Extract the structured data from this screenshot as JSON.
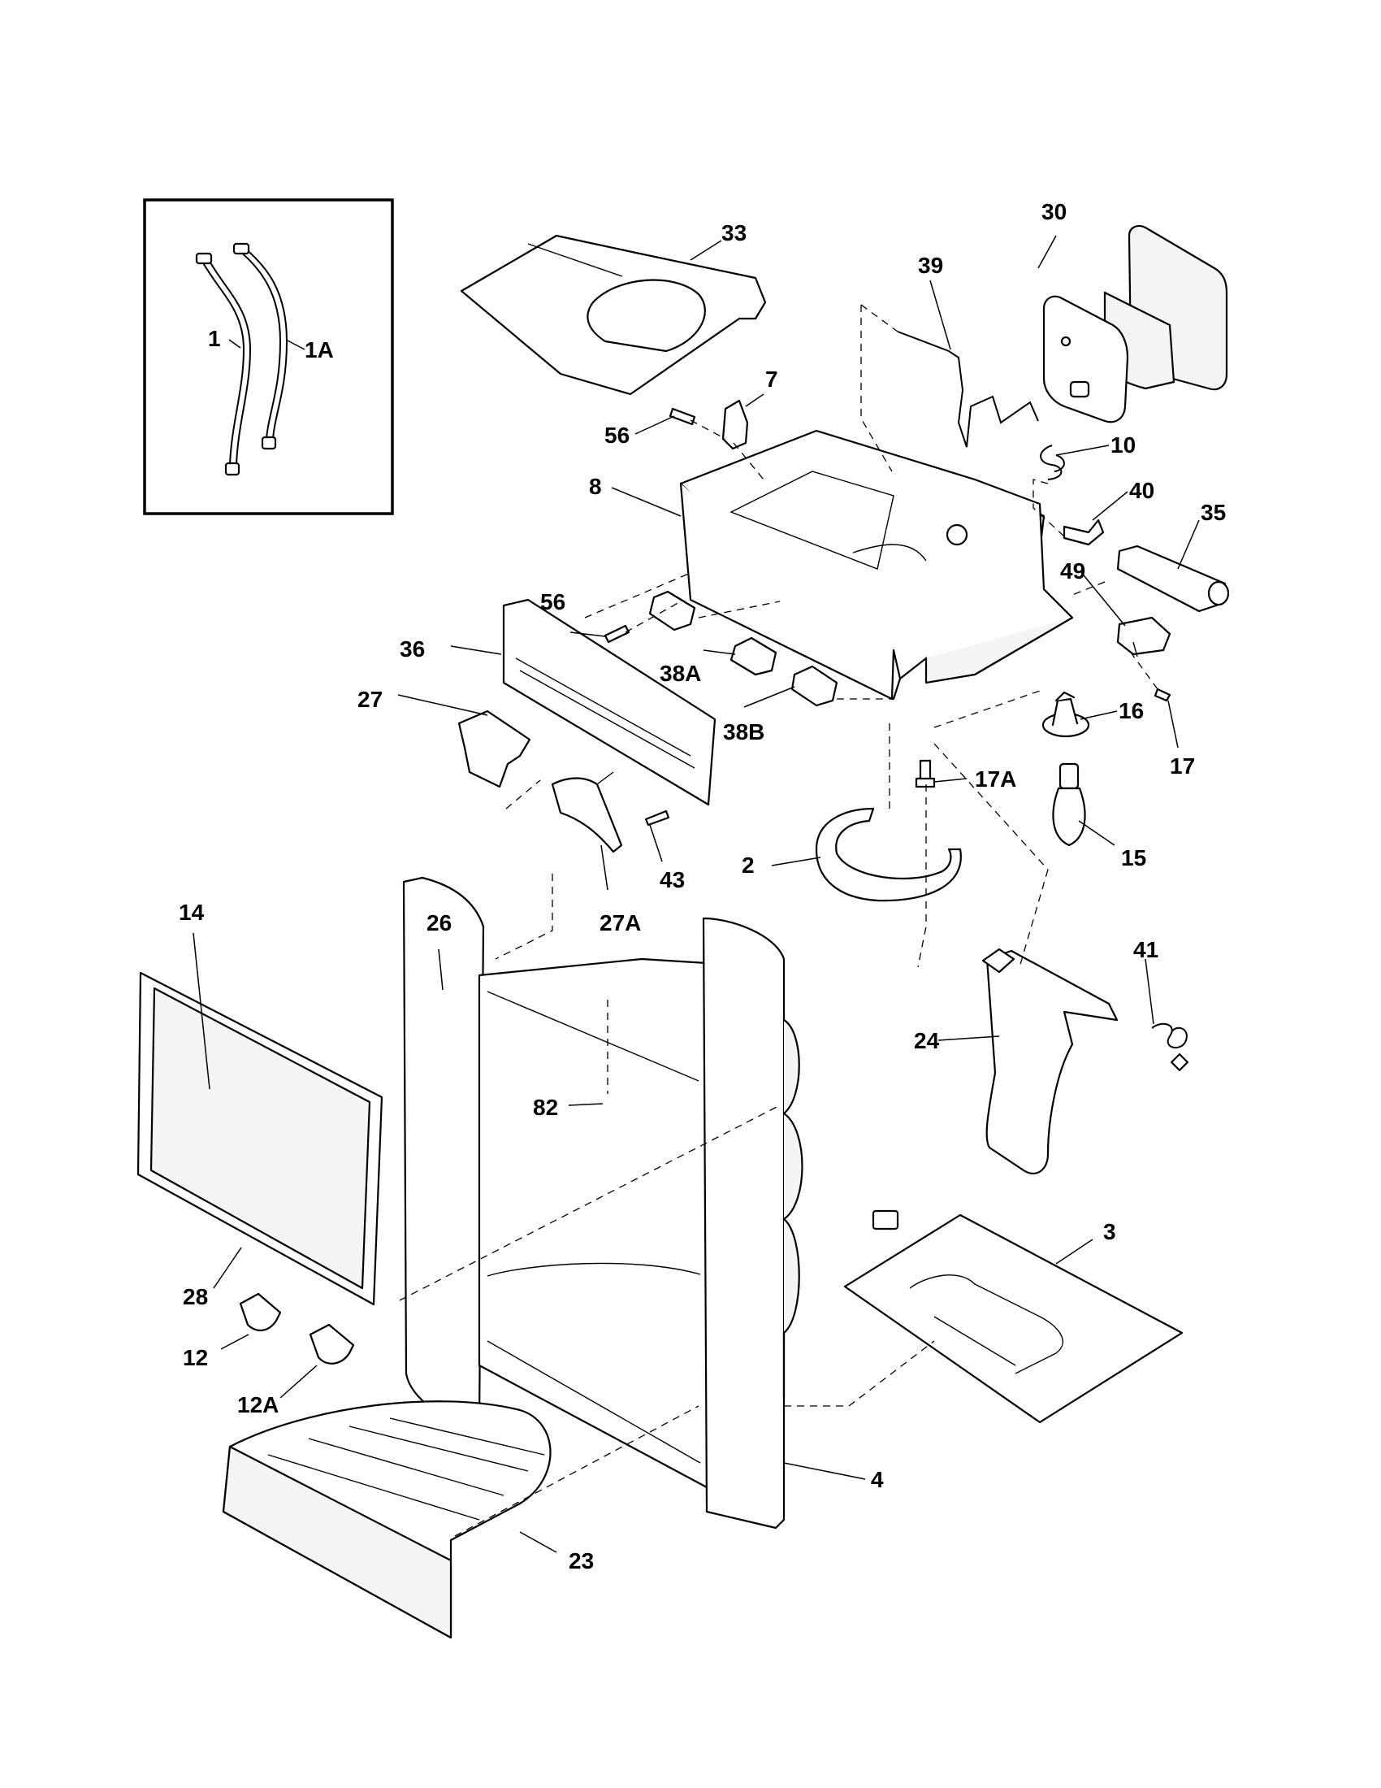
{
  "diagram": {
    "callouts": {
      "c1": "1",
      "c1A": "1A",
      "c2": "2",
      "c3": "3",
      "c4": "4",
      "c7": "7",
      "c8": "8",
      "c10": "10",
      "c12": "12",
      "c12A": "12A",
      "c14": "14",
      "c15": "15",
      "c16": "16",
      "c17": "17",
      "c17A": "17A",
      "c23": "23",
      "c24": "24",
      "c26": "26",
      "c27": "27",
      "c27A": "27A",
      "c28": "28",
      "c30": "30",
      "c33": "33",
      "c35": "35",
      "c36": "36",
      "c38A": "38A",
      "c38B": "38B",
      "c39": "39",
      "c40": "40",
      "c41": "41",
      "c43": "43",
      "c49": "49",
      "c56a": "56",
      "c56b": "56",
      "c82": "82"
    }
  }
}
